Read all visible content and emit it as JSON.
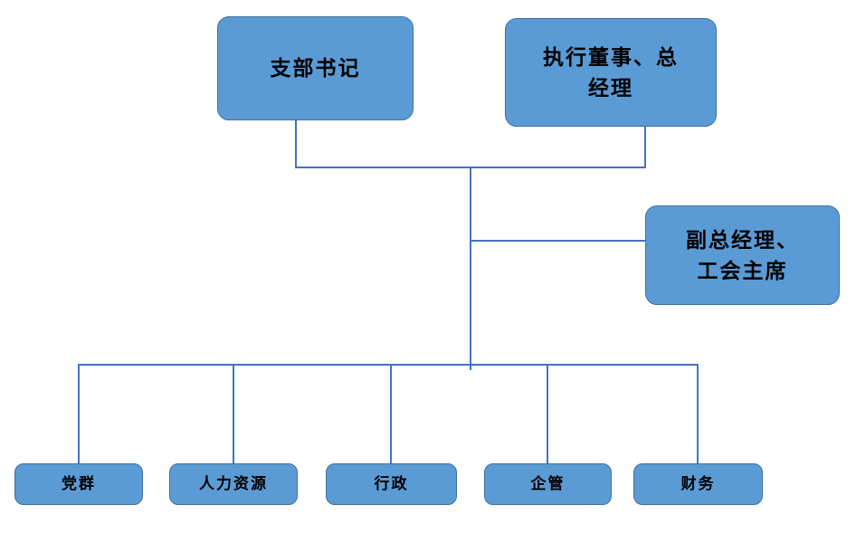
{
  "org_chart": {
    "type": "organization-chart",
    "nodes": {
      "branch_secretary": {
        "label": "支部书记"
      },
      "executive_director": {
        "label": "执行董事、总\n经理"
      },
      "deputy_general_manager": {
        "label": "副总经理、\n工会主席"
      },
      "departments": [
        {
          "label": "党群"
        },
        {
          "label": "人力资源"
        },
        {
          "label": "行政"
        },
        {
          "label": "企管"
        },
        {
          "label": "财务"
        }
      ]
    },
    "hierarchy": {
      "top_row": [
        "支部书记",
        "执行董事、总经理"
      ],
      "middle_row": [
        "副总经理、工会主席"
      ],
      "bottom_row": [
        "党群",
        "人力资源",
        "行政",
        "企管",
        "财务"
      ],
      "description": "支部书记 and 执行董事、总经理 join a common trunk; 副总经理、工会主席 branches from the trunk; the trunk fans out to five departments."
    },
    "colors": {
      "node_fill": "#5B9BD5",
      "node_border": "#41719C",
      "connector": "#4472C4",
      "text": "#000000",
      "background": "#FFFFFF"
    }
  }
}
